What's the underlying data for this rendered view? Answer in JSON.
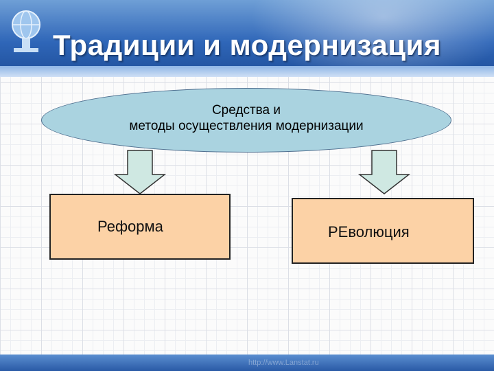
{
  "slide": {
    "title": "Традиции и модернизация"
  },
  "diagram": {
    "top_node": {
      "line1": "Средства и",
      "line2": "методы осуществления модернизации"
    },
    "left_node": {
      "label": "Реформа"
    },
    "right_node": {
      "label": "РЕволюция"
    }
  },
  "footer": {
    "text": "http://www.Lanstat.ru"
  },
  "colors": {
    "header": "#2f66b8",
    "ellipse_fill": "#aad3e0",
    "box_fill": "#fcd2a6",
    "arrow_fill": "#cfe8e2"
  }
}
